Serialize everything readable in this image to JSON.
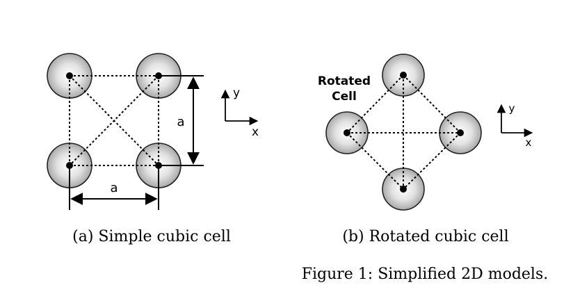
{
  "panel_a": {
    "dimension_right": "a",
    "dimension_bottom": "a",
    "axis_y": "y",
    "axis_x": "x",
    "caption": "(a) Simple cubic cell"
  },
  "panel_b": {
    "label_line1": "Rotated",
    "label_line2": "Cell",
    "axis_y": "y",
    "axis_x": "x",
    "caption": "(b) Rotated cubic cell"
  },
  "figure_caption": "Figure 1: Simplified 2D models."
}
